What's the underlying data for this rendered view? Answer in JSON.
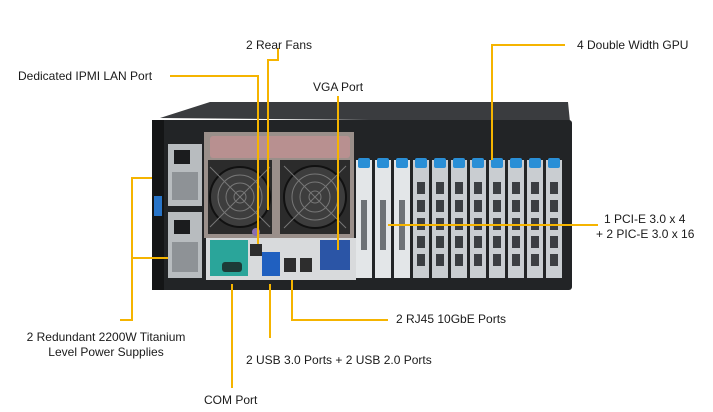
{
  "callouts": {
    "rear_fans": "2 Rear Fans",
    "gpu": "4 Double Width GPU",
    "ipmi": "Dedicated IPMI  LAN Port",
    "vga": "VGA Port",
    "pcie_line1": "1 PCI-E  3.0 x 4",
    "pcie_line2": "+ 2  PIC-E  3.0 x 16",
    "psu_line1": "2 Redundant  2200W Titanium",
    "psu_line2": "Level Power Supplies",
    "rj45": "2 RJ45  10GbE Ports",
    "usb": "2 USB 3.0 Ports + 2 USB 2.0 Ports",
    "com": "COM Port"
  },
  "colors": {
    "leader": "#f5b400",
    "chassis": "#222426",
    "chassis_dark": "#141516",
    "fan_housing": "#9a8f8a",
    "fan_top": "#b89090",
    "slot_metal": "#c9cdd1",
    "latch_blue": "#2a8fd6",
    "io_teal": "#2aa59a",
    "psu_metal": "#b8bcbf",
    "psu_handle_blue": "#2874c8"
  },
  "expansion_slots": 11
}
